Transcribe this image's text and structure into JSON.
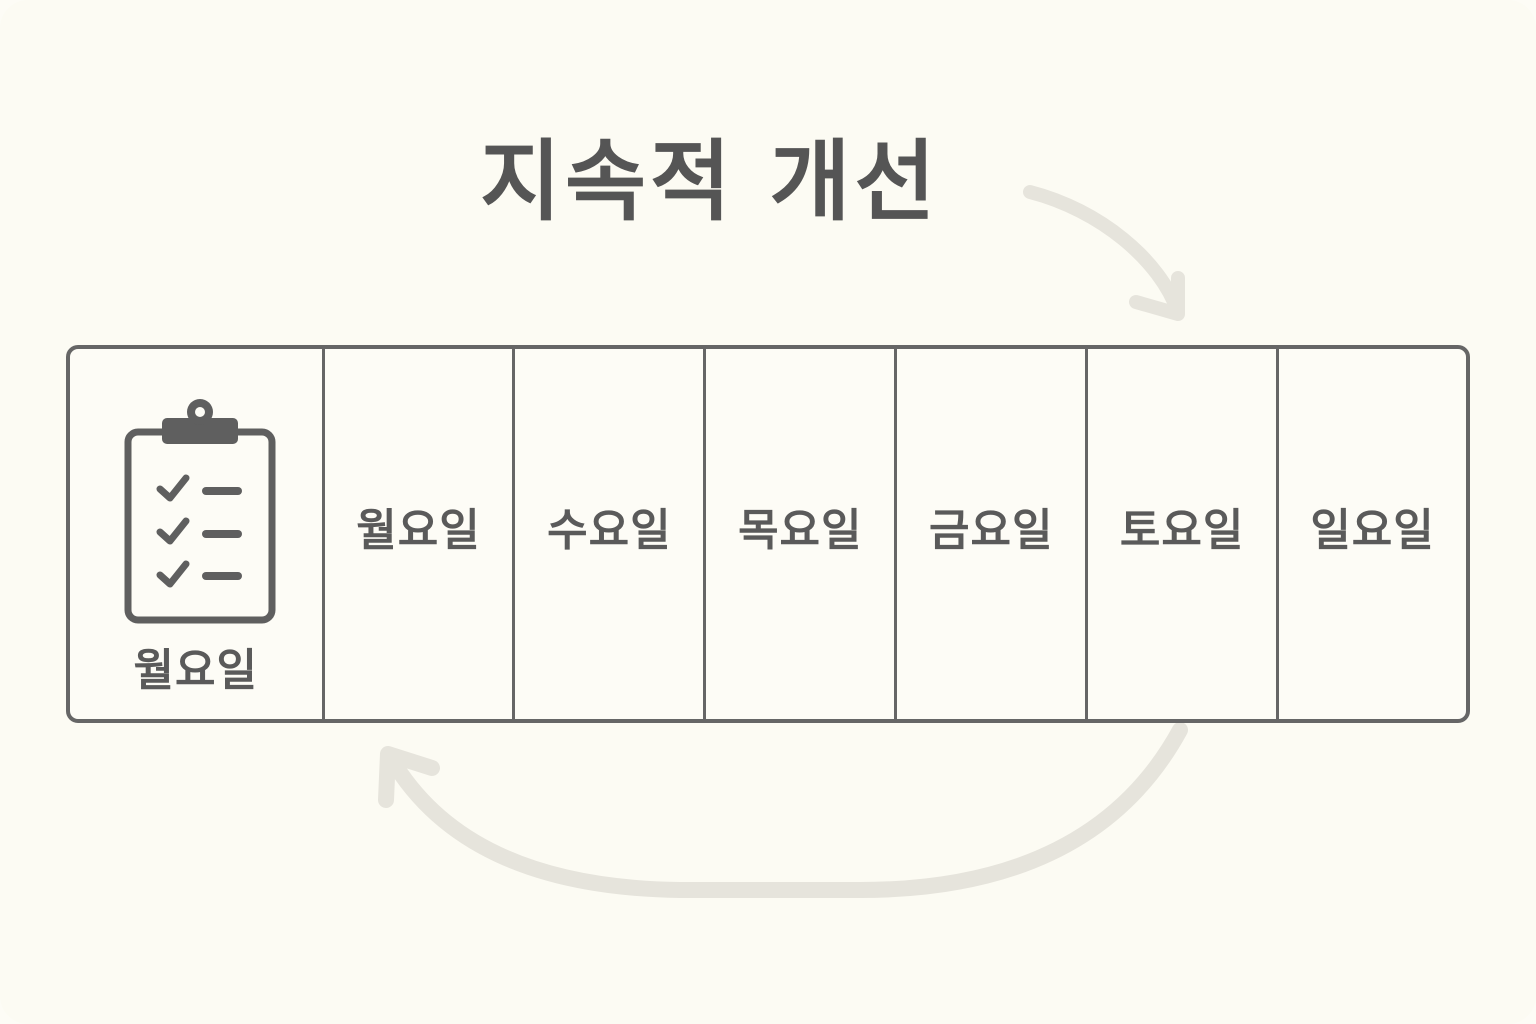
{
  "title": "지속적 개선",
  "icons": {
    "checklist": "clipboard-checklist-icon",
    "cycle_top": "curved-arrow-right-icon",
    "cycle_bottom": "curved-arrow-left-icon"
  },
  "colors": {
    "background": "#fcfbf3",
    "ink": "#555555",
    "arrow": "#e6e4dc"
  },
  "days": [
    {
      "label": "월요일",
      "has_icon": true
    },
    {
      "label": "월요일"
    },
    {
      "label": "수요일"
    },
    {
      "label": "목요일"
    },
    {
      "label": "금요일"
    },
    {
      "label": "토요일"
    },
    {
      "label": "일요일"
    }
  ]
}
